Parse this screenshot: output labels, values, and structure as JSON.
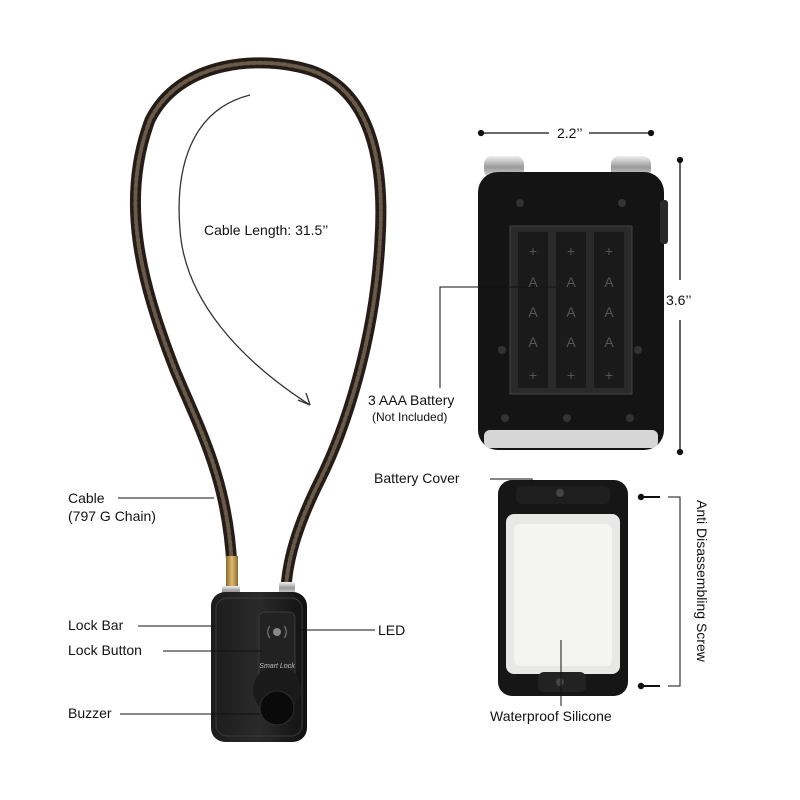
{
  "annotations": {
    "cable_length": "Cable Length: 31.5’’",
    "width_dim": "2.2’’",
    "height_dim": "3.6’’",
    "battery": "3 AAA Battery",
    "battery_note": "(Not Included)",
    "battery_cover": "Battery Cover",
    "anti_screw": "Anti Disassembling Screw",
    "cable": "Cable",
    "cable_note": "(797 G Chain)",
    "lock_bar": "Lock Bar",
    "lock_button": "Lock Button",
    "led": "LED",
    "buzzer": "Buzzer",
    "waterproof": "Waterproof Silicone"
  },
  "device_text": {
    "brand": "Smart Lock"
  },
  "battery_marks": {
    "plus": "+",
    "a": "A"
  },
  "colors": {
    "lock_body": "#101010",
    "cable": "#3a2f26",
    "brass": "#c8a060",
    "silicone": "#f4f4f2"
  }
}
